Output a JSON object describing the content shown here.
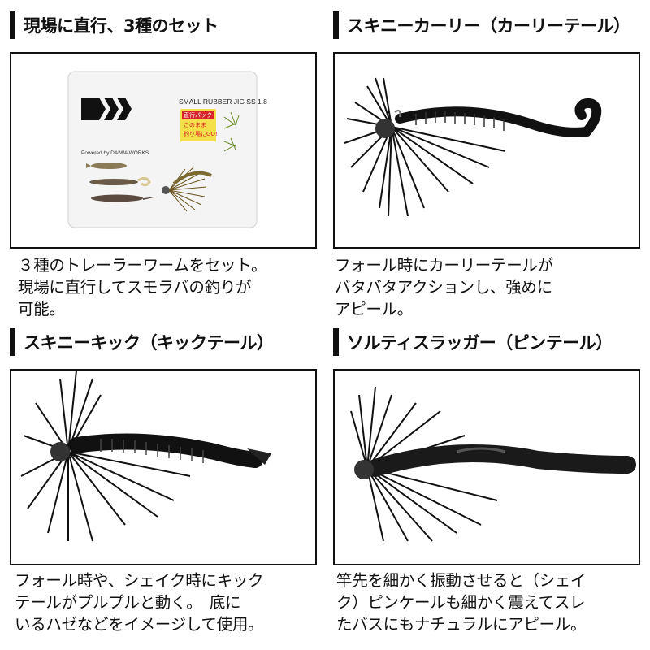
{
  "sections": [
    {
      "title": "現場に直行、3種のセット",
      "desc": [
        "３種のトレーラーワームをセット。",
        "現場に直行してスモラバの釣りが",
        "可能。"
      ]
    },
    {
      "title": "スキニーカーリー（カーリーテール）",
      "desc": [
        "フォール時にカーリーテールが",
        "バタバタアクションし、強めに",
        "アピール。"
      ]
    },
    {
      "title": "スキニーキック（キックテール）",
      "desc": [
        "フォール時や、シェイク時にキック",
        "テールがプルプルと動く。　底に",
        "いるハゼなどをイメージして使用。"
      ]
    },
    {
      "title": "ソルティスラッガー（ピンテール）",
      "desc": [
        "竿先を細かく振動させると（シェイ",
        "ク）ピンケールも細かく震えてスレ",
        "たバスにもナチュラルにアピール。"
      ]
    }
  ],
  "package": {
    "product_name": "SMALL RUBBER JIG SS 1.8",
    "brand_line": "Powered by DAIWA WORKS",
    "sticker_title": "直行パック",
    "sticker_line1": "このまま",
    "sticker_line2": "釣り場にGO!"
  },
  "colors": {
    "black": "#111111",
    "sticker_red": "#d8242b",
    "sticker_yellow": "#f4e04a"
  }
}
